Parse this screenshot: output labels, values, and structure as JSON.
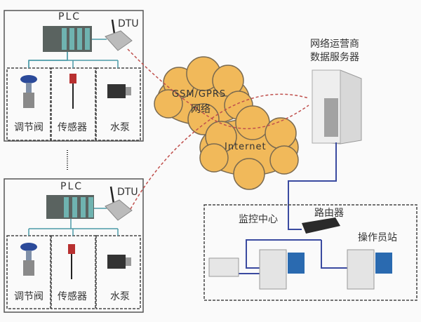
{
  "site_top": {
    "plc_label": "PLC",
    "dtu_label": "DTU",
    "devices": [
      "调节阀",
      "传感器",
      "水泵"
    ]
  },
  "site_bottom": {
    "plc_label": "PLC",
    "dtu_label": "DTU",
    "devices": [
      "调节阀",
      "传感器",
      "水泵"
    ]
  },
  "clouds": {
    "gsm_line1": "GSM/GPRS",
    "gsm_line2": "网络",
    "internet": "Internet"
  },
  "server": {
    "line1": "网络运营商",
    "line2": "数据服务器"
  },
  "monitor_center": {
    "title": "监控中心",
    "router": "路由器",
    "operator": "操作员站"
  },
  "colors": {
    "cloud": "#f1b95a",
    "link_dash": "#c0504d",
    "lan": "#3a4aa0",
    "plc_bus": "#4a9aa8"
  }
}
